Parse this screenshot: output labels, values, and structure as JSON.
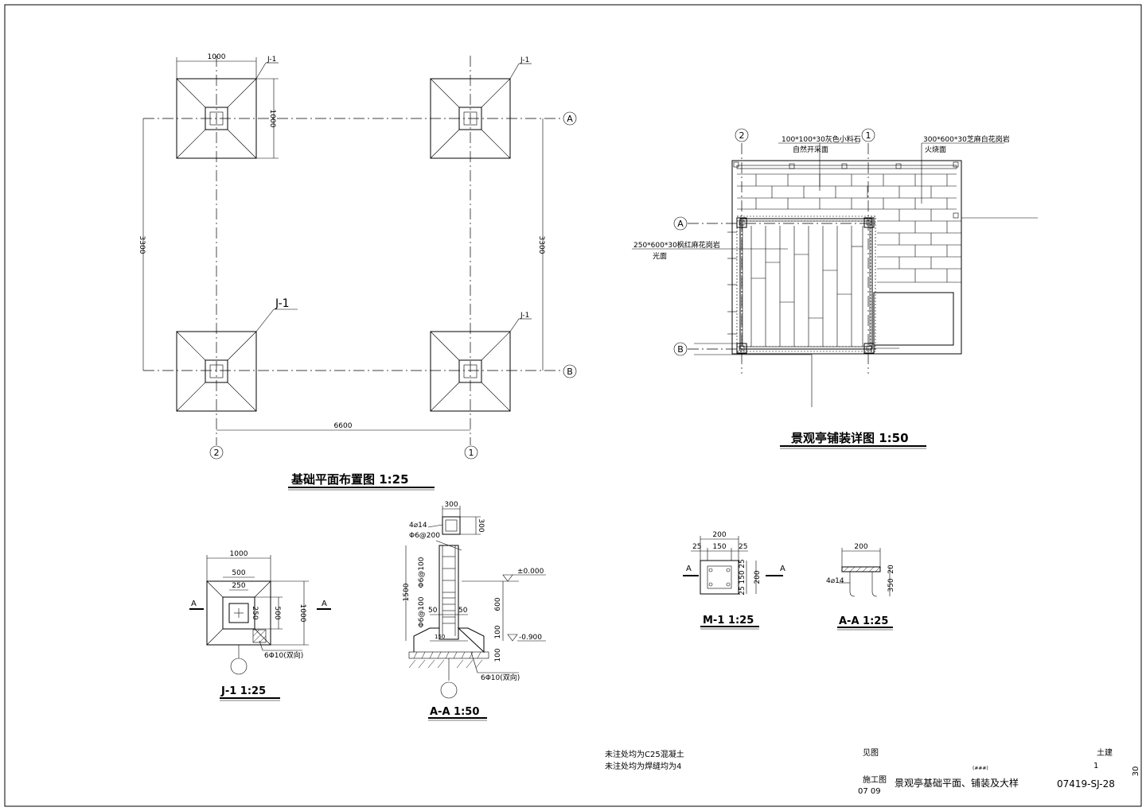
{
  "foundation_plan": {
    "title": "基础平面布置图  1:25",
    "dim_width": "1000",
    "dim_height": "1000",
    "dim_span_x": "6600",
    "dim_span_y_left": "3300",
    "dim_span_y_right": "3300",
    "footing_label": "J-1",
    "axis_a": "A",
    "axis_b": "B",
    "axis_1": "1",
    "axis_2": "2"
  },
  "paving_detail": {
    "title": "景观亭铺装详图  1:50",
    "note_gravel_1": "100*100*30灰色小料石",
    "note_gravel_2": "自然开采面",
    "note_stone_1": "300*600*30芝麻白花岗岩",
    "note_stone_2": "火烧面",
    "note_red_1": "250*600*30枫红麻花岗岩",
    "note_red_2": "光面",
    "axis_a": "A",
    "axis_b": "B",
    "axis_1": "1",
    "axis_2": "2"
  },
  "j1_detail": {
    "title": "J-1  1:25",
    "dim_1000_top": "1000",
    "dim_500": "500",
    "dim_250": "250",
    "dim_250_side": "250",
    "dim_500_side": "500",
    "dim_1000_side": "1000",
    "rebar": "6Φ10(双向)",
    "cut": "A"
  },
  "aa_section": {
    "title": "A-A  1:50",
    "dim_300_top": "300",
    "dim_300_side": "300",
    "rebar_main": "4⌀14",
    "rebar_stirrup": "Φ6@200",
    "stirrup_upper": "Φ6@100",
    "stirrup_lower": "Φ6@100",
    "dim_1500": "1500",
    "dim_50_left": "50",
    "dim_50_right": "50",
    "dim_600": "600",
    "dim_100_a": "100",
    "dim_100_b": "100",
    "dim_150": "150",
    "elev_top": "±0.000",
    "elev_bottom": "-0.900",
    "rebar_base": "6Φ10(双向)"
  },
  "m1_detail": {
    "title": "M-1  1:25",
    "dim_200": "200",
    "dim_25_l": "25",
    "dim_150": "150",
    "dim_25_r": "25",
    "dim_side_25a": "25",
    "dim_side_150": "150",
    "dim_side_25b": "25",
    "dim_side_200": "200",
    "cut": "A"
  },
  "m1_section": {
    "title": "A-A  1:25",
    "dim_200": "200",
    "rebar": "4⌀14",
    "dim_side_a": "20",
    "dim_side_b": "350"
  },
  "notes": {
    "line1": "未注处均为C25混凝土",
    "line2": "未注处均为焊缝均为4"
  },
  "title_block": {
    "label_see": "见图",
    "discipline": "土建",
    "sheet_no": "1",
    "small_code": "(###)",
    "stage": "施工图",
    "date": "07  09",
    "drawing_title": "景观亭基础平面、铺装及大样",
    "drawing_no": "07419-SJ-28",
    "side_no": "30"
  }
}
